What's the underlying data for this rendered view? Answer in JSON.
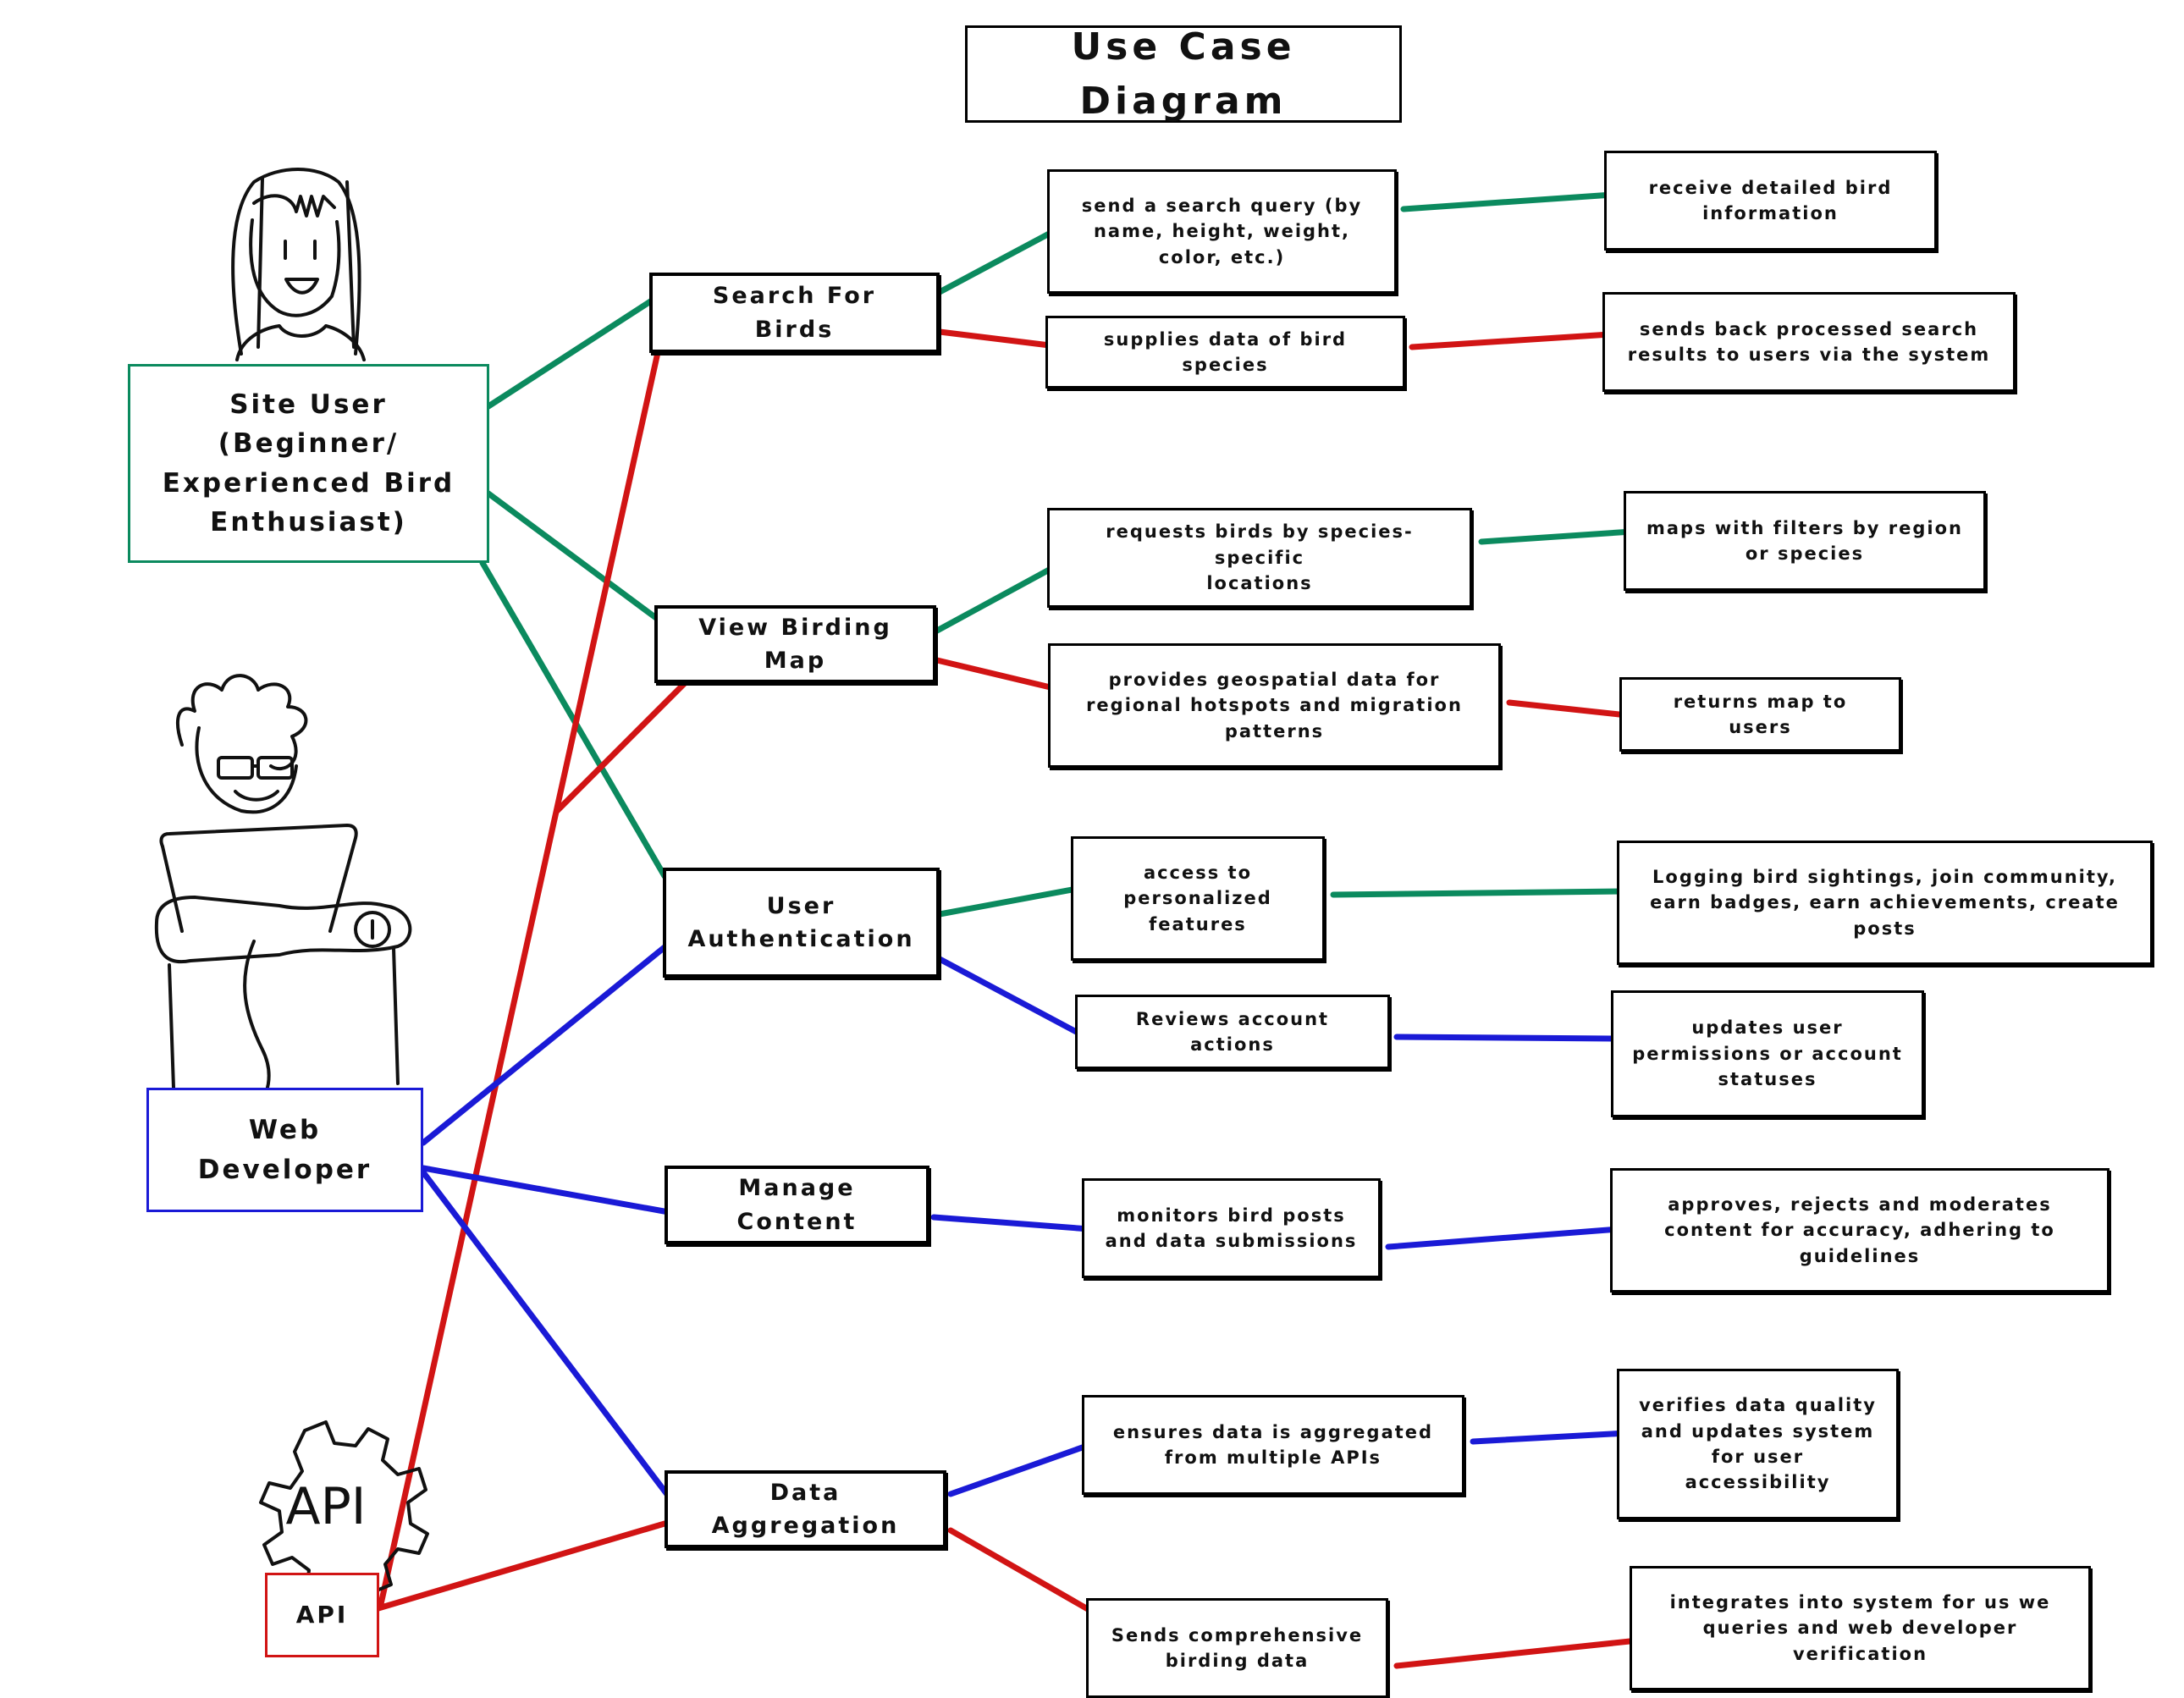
{
  "title": "Use Case Diagram",
  "colors": {
    "user": "#0b8a5e",
    "developer": "#1a1ad6",
    "api": "#d11414"
  },
  "actors": {
    "site_user": {
      "label": "Site User\n(Beginner/\nExperienced Bird\nEnthusiast)",
      "icon": "user-figure-icon"
    },
    "web_developer": {
      "label": "Web\nDeveloper",
      "icon": "developer-figure-icon"
    },
    "api": {
      "label": "API",
      "icon": "gear-icon",
      "icon_text": "API"
    }
  },
  "use_cases": {
    "search": "Search For Birds",
    "map": "View Birding Map",
    "auth": "User\nAuthentication",
    "content": "Manage Content",
    "aggregation": "Data Aggregation"
  },
  "steps": {
    "search_query": "send a search query (by\nname, height, weight,\ncolor, etc.)",
    "receive_info": "receive detailed bird\ninformation",
    "supplies_data": "supplies data of bird species",
    "sends_back": "sends back processed search\nresults to users via the system",
    "requests_birds": "requests birds by species-specific\nlocations",
    "maps_filters": "maps with filters by region\nor species",
    "geospatial": "provides geospatial data for\nregional hotspots and migration\npatterns",
    "returns_map": "returns map to users",
    "access_features": "access to\npersonalized\nfeatures",
    "logging": "Logging bird sightings, join community,\nearn badges, earn achievements, create\nposts",
    "reviews_account": "Reviews account actions",
    "updates_permissions": "updates user\npermissions or account\nstatuses",
    "monitors_posts": "monitors bird posts\nand data submissions",
    "approves": "approves, rejects and moderates\ncontent for accuracy, adhering to\nguidelines",
    "ensures_aggregated": "ensures data is aggregated\nfrom multiple APIs",
    "verifies_quality": "verifies data quality\nand updates system\nfor user\naccessibility",
    "sends_comprehensive": "Sends comprehensive\nbirding data",
    "integrates": "integrates into system for us we\nqueries and web developer\nverification"
  }
}
